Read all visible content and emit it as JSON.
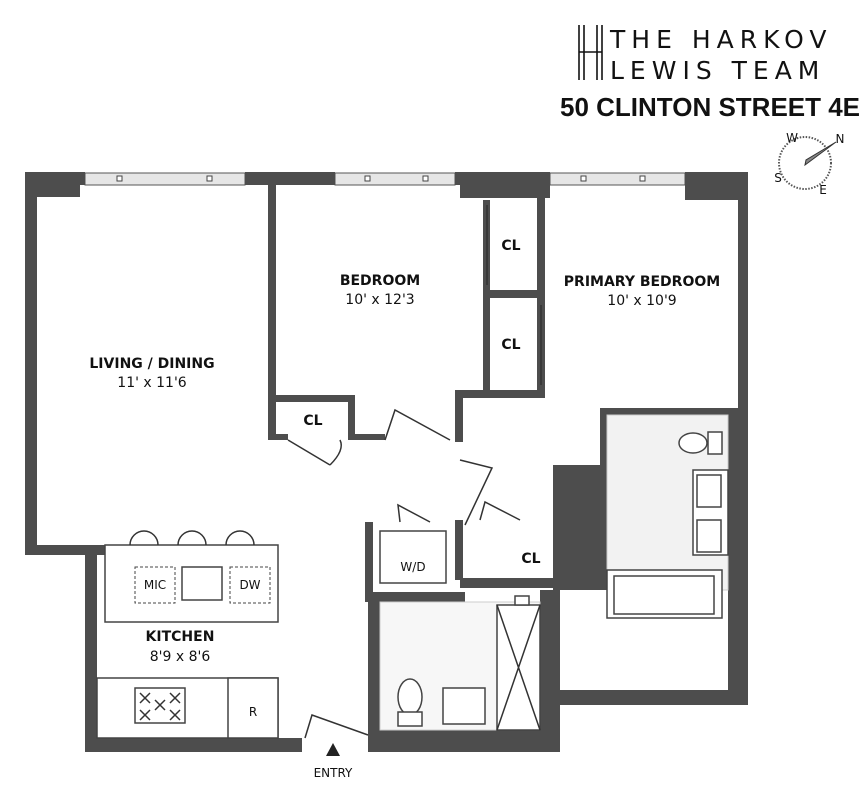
{
  "header": {
    "brand_line1": "THE HARKOV",
    "brand_line2": "LEWIS TEAM",
    "address": "50 CLINTON STREET 4E"
  },
  "compass": {
    "n": "N",
    "e": "E",
    "s": "S",
    "w": "W"
  },
  "rooms": {
    "living": {
      "name": "LIVING / DINING",
      "size": "11' x 11'6"
    },
    "bedroom": {
      "name": "BEDROOM",
      "size": "10' x 12'3"
    },
    "primary": {
      "name": "PRIMARY BEDROOM",
      "size": "10' x 10'9"
    },
    "kitchen": {
      "name": "KITCHEN",
      "size": "8'9 x 8'6"
    }
  },
  "labels": {
    "closet": "CL",
    "washer_dryer": "W/D",
    "microwave": "MIC",
    "dishwasher": "DW",
    "refrigerator": "R",
    "entry": "ENTRY"
  },
  "colors": {
    "wall": "#4d4d4d",
    "text": "#111111"
  }
}
